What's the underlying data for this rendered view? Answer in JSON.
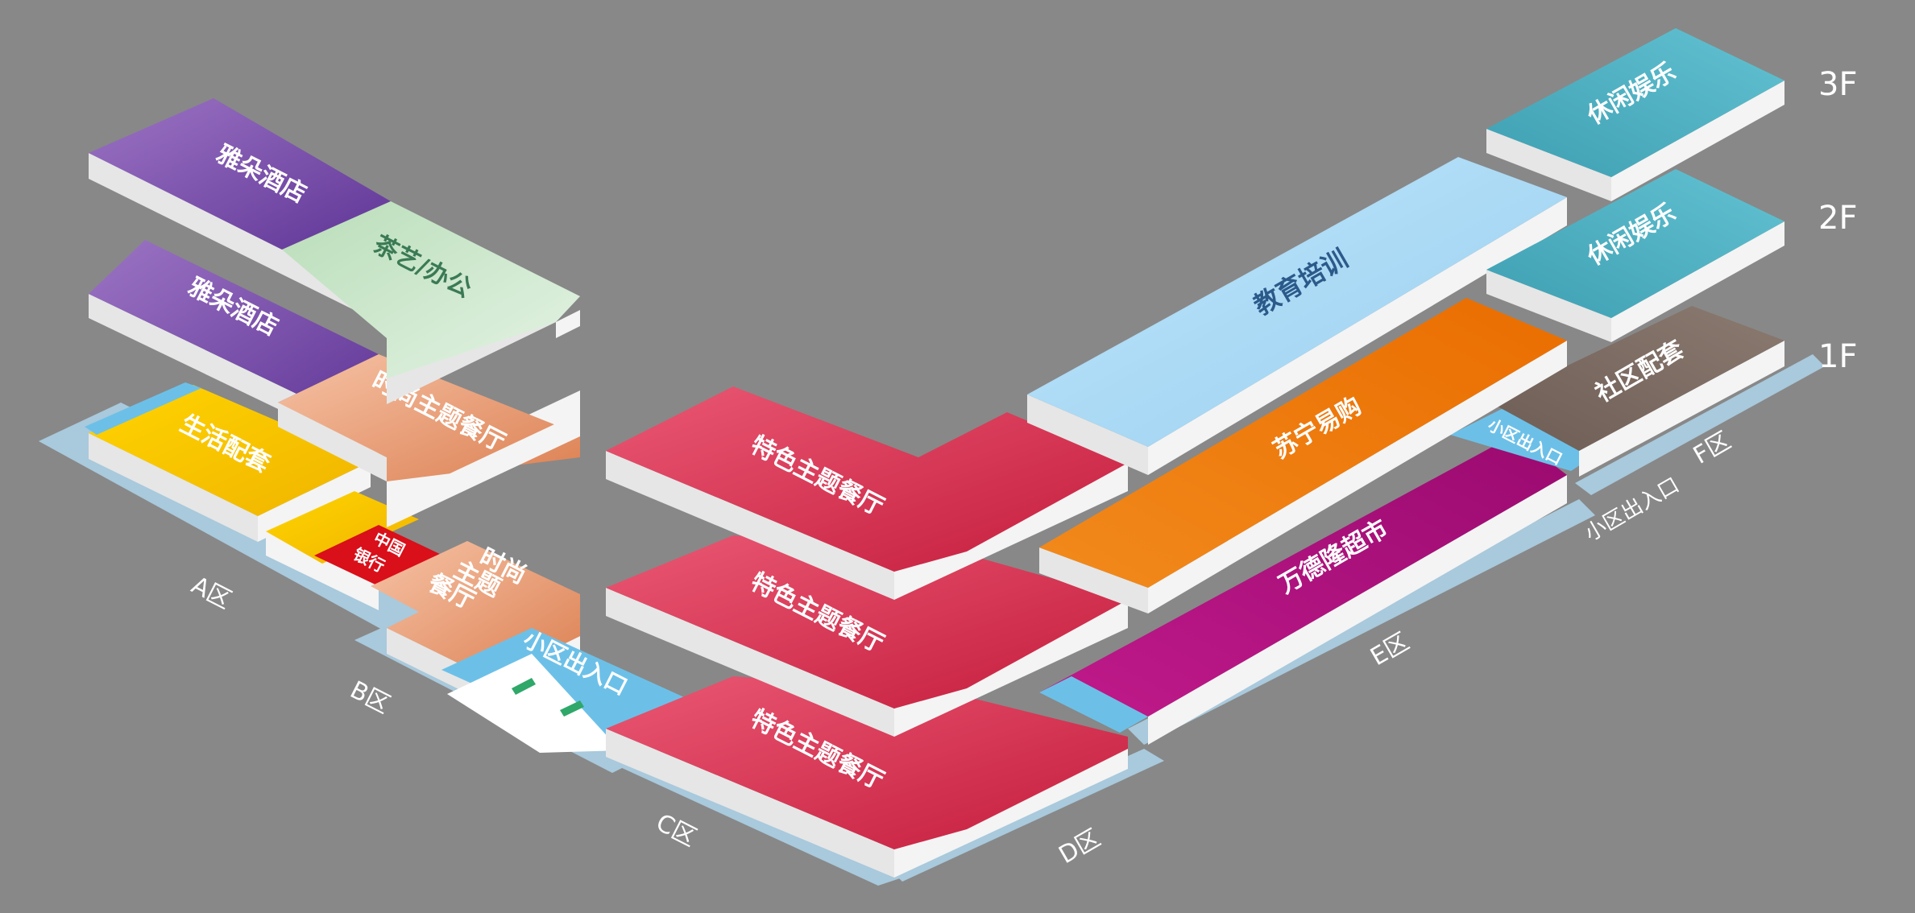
{
  "floors": [
    "3F",
    "2F",
    "1F"
  ],
  "zones": [
    "A区",
    "B区",
    "C区",
    "D区",
    "E区",
    "F区"
  ],
  "blocks": {
    "hotel_3f": "雅朵酒店",
    "tea_office": "茶艺/办公",
    "hotel_2f": "雅朵酒店",
    "fashion_dining_2f": "时尚主题餐厅",
    "living_support": "生活配套",
    "bank_cn_line1": "中国",
    "bank_cn_line2": "银行",
    "fashion_dining_1f_line1": "时尚",
    "fashion_dining_1f_line2": "主题",
    "fashion_dining_1f_line3": "餐厅",
    "community_entrance_b": "小区出入口",
    "themed_dining_3f": "特色主题餐厅",
    "themed_dining_2f": "特色主题餐厅",
    "themed_dining_1f": "特色主题餐厅",
    "education": "教育培训",
    "suning": "苏宁易购",
    "wanlong": "万德隆超市",
    "leisure_3f": "休闲娱乐",
    "leisure_2f": "休闲娱乐",
    "community_support": "社区配套",
    "community_entrance_f": "小区出入口",
    "community_entrance_f_road": "小区出入口"
  },
  "colors": {
    "background": "#888888",
    "hotel": "#7a4ea8",
    "tea": "#cfe9cf",
    "fashion": "#e59366",
    "living": "#f5c400",
    "bank": "#d90f1a",
    "entrance": "#6cc0e8",
    "themed": "#d6304d",
    "education": "#a6d8f5",
    "suning": "#ef7d0a",
    "wanlong": "#b0147e",
    "leisure": "#4eb1c2",
    "community": "#7a6a60"
  }
}
